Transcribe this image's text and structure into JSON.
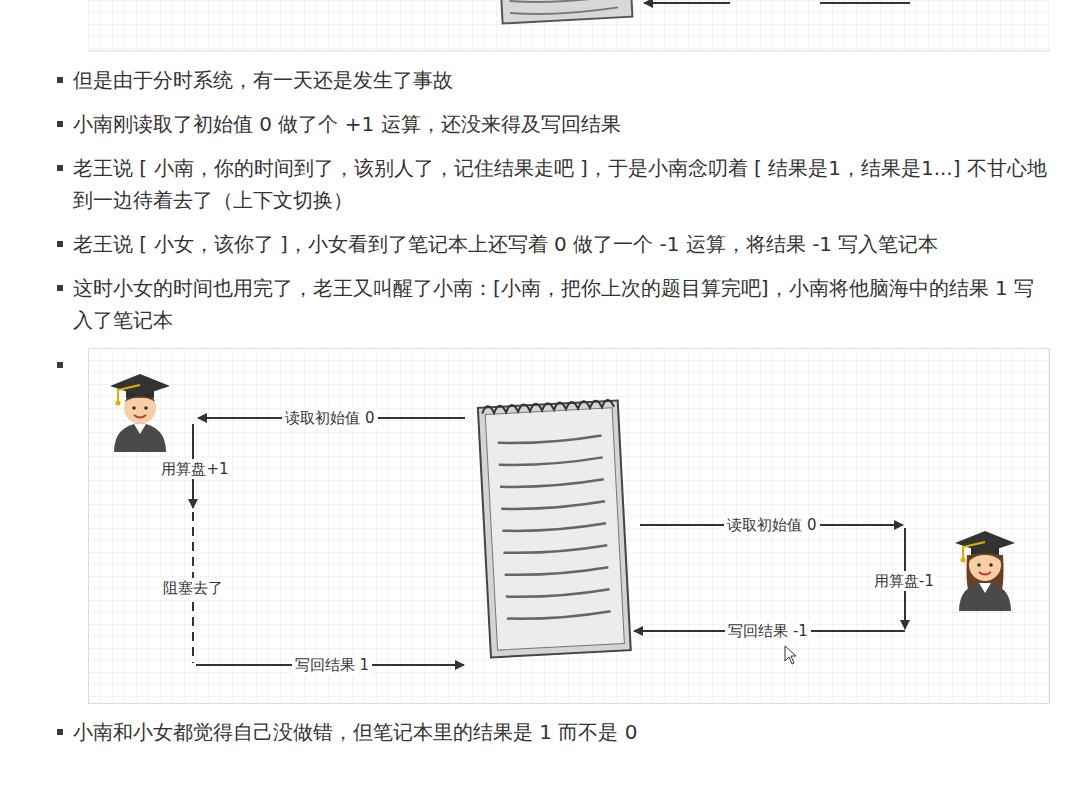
{
  "diagram": {
    "labels": [
      "但是由于分时系统，有一天还是发生了事故",
      "小南刚读取了初始值 0 做了个 +1 运算，还没来得及写回结果",
      "老王说 [ 小南，你的时间到了，该别人了，记住结果走吧 ]，于是小南念叨着 [ 结果是1，结果是1...] 不甘心地到一边待着去了（上下文切换）",
      "老王说 [ 小女，该你了 ]，小女看到了笔记本上还写着 0 做了一个 -1 运算，将结果 -1 写入笔记本",
      "这时小女的时间也用完了，老王又叫醒了小南：[小南，把你上次的题目算完吧]，小南将他脑海中的结果 1 写入了笔记本",
      "读取初始值 0",
      "用算盘+1",
      "阻塞去了",
      "写回结果 1",
      "读取初始值 0",
      "用算盘-1",
      "写回结果 -1",
      "小南和小女都觉得自己没做错，但笔记本里的结果是 1 而不是 0"
    ]
  }
}
